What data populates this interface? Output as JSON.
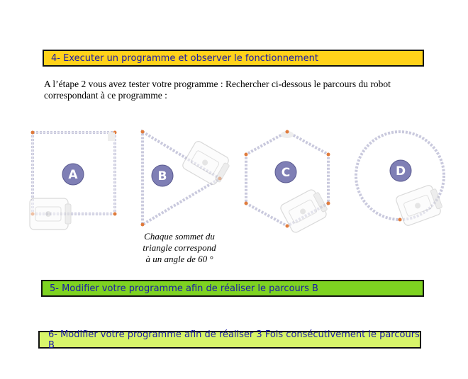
{
  "sections": {
    "step4": "4- Executer un programme et observer le fonctionnement",
    "step5": "5- Modifier votre programme afin de réaliser le parcours B",
    "step6": "6- Modifier votre programme afin de réaliser 3 Fois consécutivement le parcours B"
  },
  "instructions": {
    "line1": "A l’étape 2 vous avez tester votre programme : Rechercher ci-dessous le parcours du robot",
    "line2": "correspondant à ce programme :"
  },
  "paths": {
    "square_label": "A",
    "triangle_label": "B",
    "hexagon_label": "C",
    "circle_label": "D"
  },
  "triangle_note": {
    "line1": "Chaque sommet du",
    "line2": "triangle correspond",
    "line3": "à un angle de 60 °"
  },
  "colors": {
    "step4_bg": "#ffd21a",
    "step5_bg": "#7ed321",
    "step6_bg": "#d8f56a",
    "banner_text": "#1a1aa8",
    "label_circle": "#7f7fb5",
    "vertex_dot": "#e07b3c",
    "path_line": "#c9c9dd"
  }
}
